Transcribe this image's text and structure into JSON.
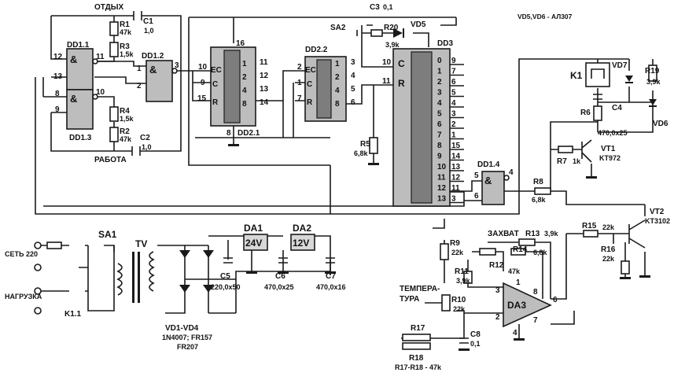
{
  "note": {
    "text": "VD5,VD6 - АЛ307"
  },
  "labels": {
    "otdykh": "ОТДЫХ",
    "rabota": "РАБОТА",
    "zakhvat": "ЗАХВАТ",
    "tempera": "ТЕМПЕРА-",
    "tura": "ТУРА",
    "set220": "СЕТЬ 220",
    "nagruzka": "НАГРУЗКА"
  },
  "components": {
    "R1": {
      "ref": "R1",
      "value": "47k"
    },
    "R2": {
      "ref": "R2",
      "value": "47k"
    },
    "R3": {
      "ref": "R3",
      "value": "1,5k"
    },
    "R4": {
      "ref": "R4",
      "value": "1,5k"
    },
    "C1": {
      "ref": "C1",
      "value": "1,0"
    },
    "C2": {
      "ref": "C2",
      "value": "1,0"
    },
    "C3": {
      "ref": "C3",
      "value": "0,1"
    },
    "R20": {
      "ref": "R20",
      "value": "3,9k"
    },
    "VD5": {
      "ref": "VD5"
    },
    "SA2": {
      "ref": "SA2"
    },
    "R5": {
      "ref": "R5",
      "value": "6,8k"
    },
    "K1": {
      "ref": "K1"
    },
    "VD7": {
      "ref": "VD7"
    },
    "R19": {
      "ref": "R19",
      "value": "3,9k"
    },
    "R6": {
      "ref": "R6"
    },
    "C4": {
      "ref": "C4",
      "value": "470,0x25"
    },
    "VD6": {
      "ref": "VD6"
    },
    "R7": {
      "ref": "R7",
      "value": "1k"
    },
    "VT1": {
      "ref": "VT1",
      "value": "KT972"
    },
    "R8": {
      "ref": "R8",
      "value": "6,8k"
    },
    "VT2": {
      "ref": "VT2",
      "value": "KT3102"
    },
    "R15": {
      "ref": "R15",
      "value": "22k"
    },
    "R16": {
      "ref": "R16",
      "value": "22k"
    },
    "R13": {
      "ref": "R13",
      "value": "3,9k"
    },
    "R14": {
      "ref": "R14",
      "value": "6,8k"
    },
    "R12": {
      "ref": "R12",
      "value": "47k"
    },
    "R11": {
      "ref": "R11",
      "value": "3,9k"
    },
    "R9": {
      "ref": "R9",
      "value": "22k"
    },
    "R10": {
      "ref": "R10",
      "value": "22k"
    },
    "R17": {
      "ref": "R17"
    },
    "R18": {
      "ref": "R18"
    },
    "R1718": {
      "text": "R17-R18 - 47k"
    },
    "C8": {
      "ref": "C8",
      "value": "0,1"
    },
    "DA1": {
      "ref": "DA1",
      "value": "24V"
    },
    "DA2": {
      "ref": "DA2",
      "value": "12V"
    },
    "DA3": {
      "ref": "DA3"
    },
    "C5": {
      "ref": "C5",
      "value": "220,0x50"
    },
    "C6": {
      "ref": "C6",
      "value": "470,0x25"
    },
    "C7": {
      "ref": "C7",
      "value": "470,0x16"
    },
    "SA1": {
      "ref": "SA1"
    },
    "TV": {
      "ref": "TV"
    },
    "K11": {
      "ref": "K1.1"
    },
    "VD14": {
      "ref": "VD1-VD4",
      "value1": "1N4007; FR157",
      "value2": "FR207"
    }
  },
  "chips": {
    "DD11": {
      "ref": "DD1.1",
      "sym": "&",
      "pins": [
        "12",
        "11",
        "13"
      ]
    },
    "DD12": {
      "ref": "DD1.2",
      "sym": "&",
      "pins": [
        "1",
        "2",
        "3"
      ]
    },
    "DD13": {
      "ref": "DD1.3",
      "sym": "&",
      "pins": [
        "8",
        "10",
        "9"
      ]
    },
    "DD14": {
      "ref": "DD1.4",
      "sym": "&",
      "pins": [
        "5",
        "6",
        "4"
      ]
    },
    "DD21": {
      "ref": "DD2.1",
      "pin_top": "16",
      "pin_bottom": "8",
      "left_labels": [
        "EC",
        "C",
        "R"
      ],
      "left_pins": [
        "10",
        "9",
        "15"
      ],
      "right_labels": [
        "1",
        "2",
        "4",
        "8"
      ],
      "right_pins": [
        "11",
        "12",
        "13",
        "14"
      ]
    },
    "DD22": {
      "ref": "DD2.2",
      "left_labels": [
        "EC",
        "C",
        "R"
      ],
      "left_pins": [
        "2",
        "1",
        "7"
      ],
      "right_labels": [
        "1",
        "2",
        "4",
        "8"
      ],
      "right_pins": [
        "3",
        "4",
        "5",
        "6"
      ]
    },
    "DD3": {
      "ref": "DD3",
      "left_labels": [
        "C",
        "R"
      ],
      "left_pins": [
        "10",
        "11"
      ],
      "outputs": [
        "0",
        "1",
        "2",
        "3",
        "4",
        "5",
        "6",
        "7",
        "8",
        "9",
        "10",
        "11",
        "12",
        "13"
      ],
      "pins": [
        "9",
        "7",
        "6",
        "5",
        "4",
        "3",
        "2",
        "1",
        "15",
        "14",
        "13",
        "12",
        "11",
        "3"
      ]
    },
    "DA3pins": {
      "p3": "3",
      "p2": "2",
      "p1": "1",
      "p8": "8",
      "p6": "6",
      "p7": "7",
      "p4": "4"
    }
  }
}
